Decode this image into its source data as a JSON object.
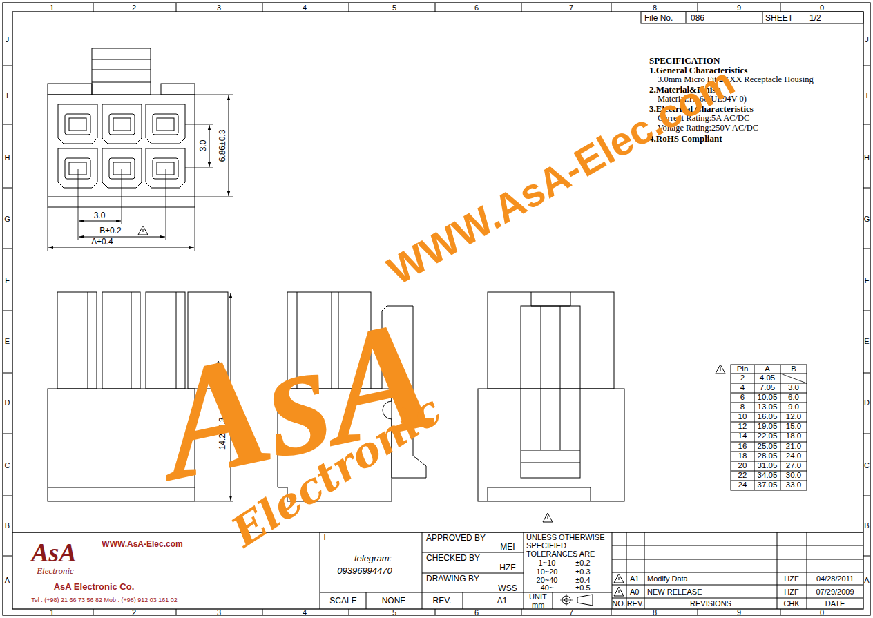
{
  "diagram": {
    "labels": [
      "1",
      "2",
      "3",
      "4",
      "5",
      "6",
      "7",
      "8",
      "9",
      "0",
      "1",
      "2",
      "3",
      "4",
      "5",
      "6",
      "7",
      "8",
      "9",
      "0",
      "J",
      "I",
      "H",
      "G",
      "F",
      "E",
      "D",
      "C",
      "B",
      "A",
      "J",
      "I",
      "H",
      "G",
      "F",
      "E",
      "D",
      "C",
      "B",
      "A",
      "File No.",
      "086",
      "SHEET",
      "1/2",
      "SPECIFICATION",
      "1.General Characteristics",
      "3.0mm Micro Fit 2XXX Receptacle Housing",
      "2.Material&Finish",
      "Material:PA66(UL94V-0)",
      "3.Electrical Characteristics",
      "Current Rating:5A AC/DC",
      "Voltage Rating:250V AC/DC",
      "4.RoHS Compliant",
      "3.0",
      "6.86±0.3",
      "3.0",
      "B±0.2",
      "A±0.4",
      "14.2±0.3",
      "WWW.AsA-Elec.com",
      "AsA",
      "Electronic",
      "Pin",
      "A",
      "B",
      "2",
      "4.05",
      "4",
      "7.05",
      "3.0",
      "6",
      "10.05",
      "6.0",
      "8",
      "13.05",
      "9.0",
      "10",
      "16.05",
      "12.0",
      "12",
      "19.05",
      "15.0",
      "14",
      "22.05",
      "18.0",
      "16",
      "25.05",
      "21.0",
      "18",
      "28.05",
      "24.0",
      "20",
      "31.05",
      "27.0",
      "22",
      "34.05",
      "30.0",
      "24",
      "37.05",
      "33.0",
      "AsA",
      "Electronic",
      "WWW.AsA-Elec.com",
      "AsA Electronic Co.",
      "Tel : (+98) 21 66 73 56 82 Mob : (+98) 912 03 161 02",
      "I",
      "telegram:",
      "09396994470",
      "SCALE",
      "NONE",
      "REV.",
      "A1",
      "APPROVED BY",
      "MEI",
      "CHECKED BY",
      "HZF",
      "DRAWING BY",
      "WSS",
      "UNLESS OTHERWISE",
      "SPECIFIED",
      "TOLERANCES ARE",
      "1~10",
      "±0.2",
      "10~20",
      "±0.3",
      "20~40",
      "±0.4",
      "40~",
      "±0.5",
      "UNIT",
      "mm",
      "A1",
      "Modify Data",
      "HZF",
      "04/28/2011",
      "A0",
      "NEW RELEASE",
      "HZF",
      "07/29/2009",
      "NO.",
      "REV.",
      "REVISIONS",
      "CHK",
      "DATE"
    ]
  }
}
